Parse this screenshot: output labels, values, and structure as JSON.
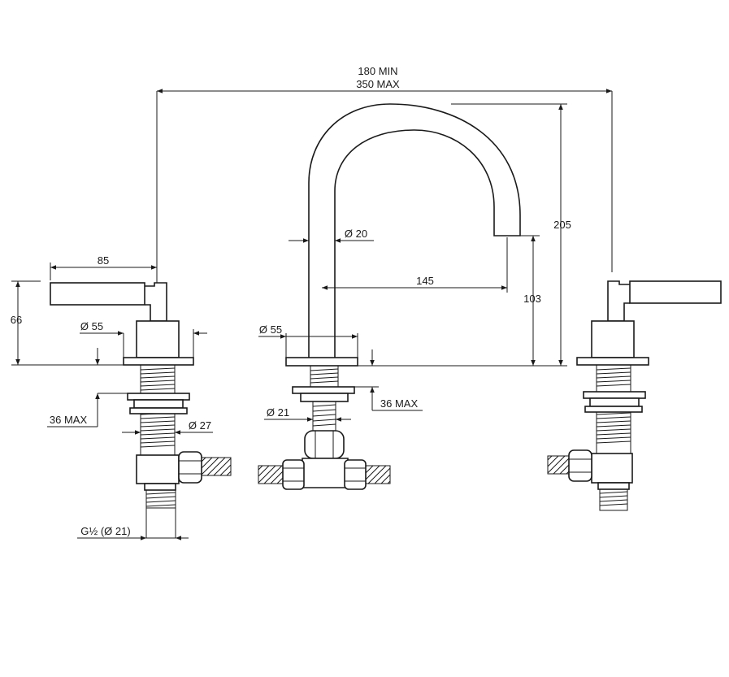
{
  "drawing": {
    "labels": {
      "span_min": "180 MIN",
      "span_max": "350 MAX",
      "handle_reach": "85",
      "handle_height": "66",
      "base_diameter_left": "Ø 55",
      "base_diameter_center": "Ø 55",
      "spout_diameter": "Ø 20",
      "spout_reach": "145",
      "spout_outlet_height": "103",
      "spout_height": "205",
      "deck_thickness_left": "36 MAX",
      "deck_thickness_center": "36 MAX",
      "shank_diameter_left": "Ø 27",
      "shank_diameter_center": "Ø 21",
      "connection": "G½ (Ø 21)"
    }
  }
}
